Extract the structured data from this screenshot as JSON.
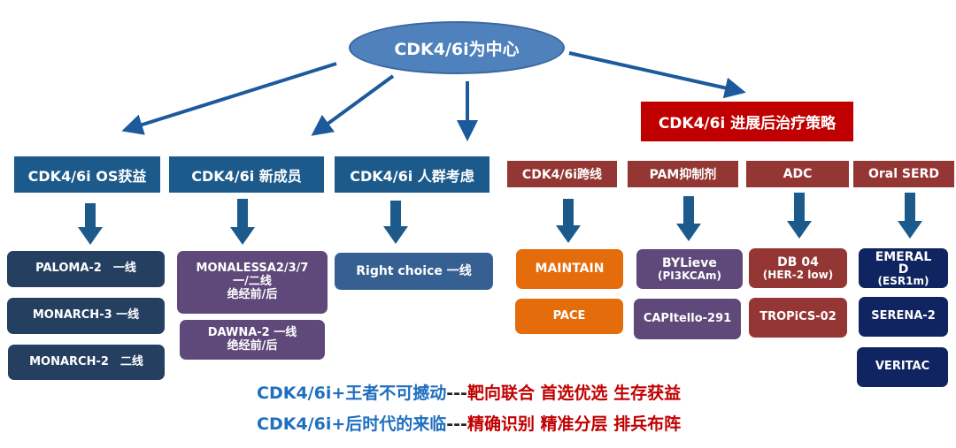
{
  "center": {
    "label": "CDK4/6i为中心"
  },
  "post_progression_header": {
    "label": "CDK4/6i 进展后治疗策略"
  },
  "categories": [
    {
      "label": "CDK4/6i OS获益",
      "items": [
        "PALOMA-2　一线",
        "MONARCH-3  一线",
        "MONARCH-2　二线"
      ]
    },
    {
      "label": "CDK4/6i 新成员",
      "items": [
        [
          "MONALESSA2/3/7",
          "一/二线",
          "绝经前/后"
        ],
        [
          "DAWNA-2 一线",
          "绝经前/后"
        ]
      ]
    },
    {
      "label": "CDK4/6i 人群考虑",
      "items": [
        "Right choice  一线"
      ]
    },
    {
      "label": "CDK4/6i跨线",
      "items": [
        "MAINTAIN",
        "PACE"
      ]
    },
    {
      "label": "PAM抑制剂",
      "items": [
        [
          "BYLieve",
          "(PI3KCAm)"
        ],
        "CAPItello-291"
      ]
    },
    {
      "label": "ADC",
      "items": [
        [
          "DB 04",
          "(HER-2 low)"
        ],
        "TROPiCS-02"
      ]
    },
    {
      "label": "Oral  SERD",
      "items": [
        [
          "EMERAL",
          "D",
          "(ESR1m)"
        ],
        "SERENA-2",
        "VERITAC"
      ]
    }
  ],
  "taglines": [
    {
      "lead": "CDK4/6i+王者不可撼动",
      "sep": "---",
      "tail": "靶向联合 首选优选 生存获益"
    },
    {
      "lead": "CDK4/6i+后时代的来临",
      "sep": "---",
      "tail": "精确识别 精准分层 排兵布阵"
    }
  ],
  "colors": {
    "arrow": "#1c5a9c",
    "center_fill": "#4f81bd",
    "blue_header": "#1c5a8c",
    "brick_header": "#943634",
    "red_header": "#c00000",
    "tagline_blue": "#1f6fbf",
    "tagline_red": "#c00000"
  }
}
